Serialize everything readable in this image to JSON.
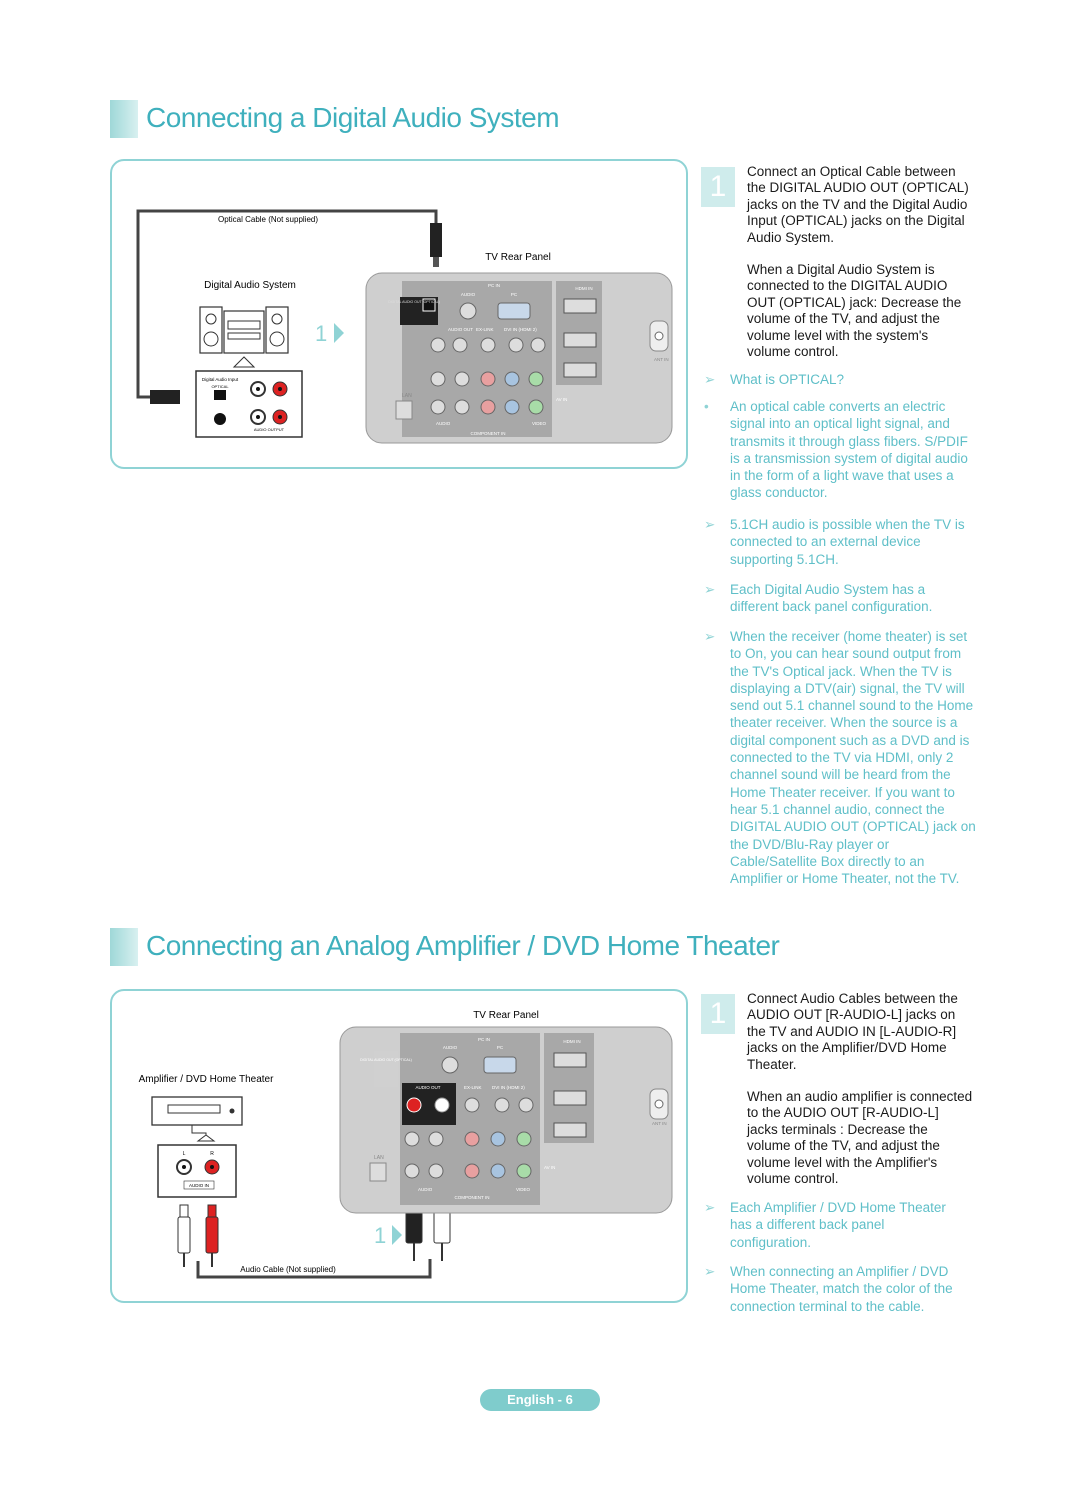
{
  "section1": {
    "title": "Connecting a Digital Audio System",
    "diagram": {
      "cable_label": "Optical Cable (Not supplied)",
      "tv_label": "TV Rear Panel",
      "device_label": "Digital Audio System",
      "step_marker": "1"
    },
    "step": {
      "number": "1",
      "text": "Connect an Optical Cable between the DIGITAL AUDIO OUT (OPTICAL) jacks on the TV and the Digital Audio Input (OPTICAL) jacks on the Digital Audio System.",
      "text2": "When a Digital Audio System is connected to the DIGITAL AUDIO OUT (OPTICAL) jack: Decrease the volume of the TV, and adjust the volume level with the system's volume control."
    },
    "notes": [
      {
        "mark": "➢",
        "text": "What is OPTICAL?"
      },
      {
        "mark": "•",
        "text": "An optical cable converts an electric signal into an optical light signal, and transmits it through glass fibers. S/PDIF is a transmission system of digital audio in the form of a light wave that uses a glass conductor."
      },
      {
        "mark": "➢",
        "text": "5.1CH audio is possible when the TV is connected to an external device supporting 5.1CH."
      },
      {
        "mark": "➢",
        "text": "Each Digital Audio System has a different back panel configuration."
      },
      {
        "mark": "➢",
        "text": "When the receiver (home theater) is set to On, you can hear sound output from the TV's Optical jack. When the TV is displaying a DTV(air) signal, the TV will send out 5.1 channel sound to the Home theater receiver. When the source is a digital component such as a DVD and is connected to the TV via HDMI, only 2 channel sound will be heard from the Home Theater receiver. If you want to hear 5.1 channel audio, connect the DIGITAL AUDIO OUT (OPTICAL) jack on the DVD/Blu-Ray player or Cable/Satellite Box directly to an Amplifier or Home Theater, not the TV."
      }
    ]
  },
  "section2": {
    "title": "Connecting an Analog Amplifier / DVD Home Theater",
    "diagram": {
      "tv_label": "TV Rear Panel",
      "device_label": "Amplifier / DVD Home Theater",
      "cable_label": "Audio Cable (Not supplied)",
      "step_marker": "1"
    },
    "step": {
      "number": "1",
      "text": "Connect Audio Cables between the AUDIO OUT [R-AUDIO-L] jacks on the TV and AUDIO IN [L-AUDIO-R] jacks on the Amplifier/DVD Home Theater.",
      "text2": "When an audio amplifier is connected to the AUDIO OUT [R-AUDIO-L] jacks terminals : Decrease the volume of the TV, and adjust the volume level with the Amplifier's volume control."
    },
    "notes": [
      {
        "mark": "➢",
        "text": "Each Amplifier / DVD Home Theater has a different back panel configuration."
      },
      {
        "mark": "➢",
        "text": "When connecting an Amplifier / DVD Home Theater, match the color of the connection terminal to the cable."
      }
    ]
  },
  "tv_panel": {
    "pc_in": "PC IN",
    "hdmi_in": "HDMI IN",
    "audio": "AUDIO",
    "pc": "PC",
    "digital_audio_out": "DIGITAL AUDIO OUT (OPTICAL)",
    "audio_out": "AUDIO OUT",
    "ex_link": "EX-LINK",
    "dvi_in": "DVI IN (HDMI 2)",
    "lan": "LAN",
    "component_in": "COMPONENT IN",
    "av_in": "AV IN",
    "ant_in": "ANT IN",
    "audio_row": "AUDIO",
    "video_row": "VIDEO"
  },
  "device_panel": {
    "digital_audio_input": "Digital Audio Input",
    "optical": "OPTICAL",
    "audio_output": "AUDIO OUTPUT",
    "audio_in": "AUDIO IN",
    "l": "L",
    "r": "R"
  },
  "footer": {
    "label": "English - 6"
  },
  "colors": {
    "accent": "#3fb0bd",
    "panel_border": "#8fd3d5",
    "note": "#5fbfc8"
  }
}
